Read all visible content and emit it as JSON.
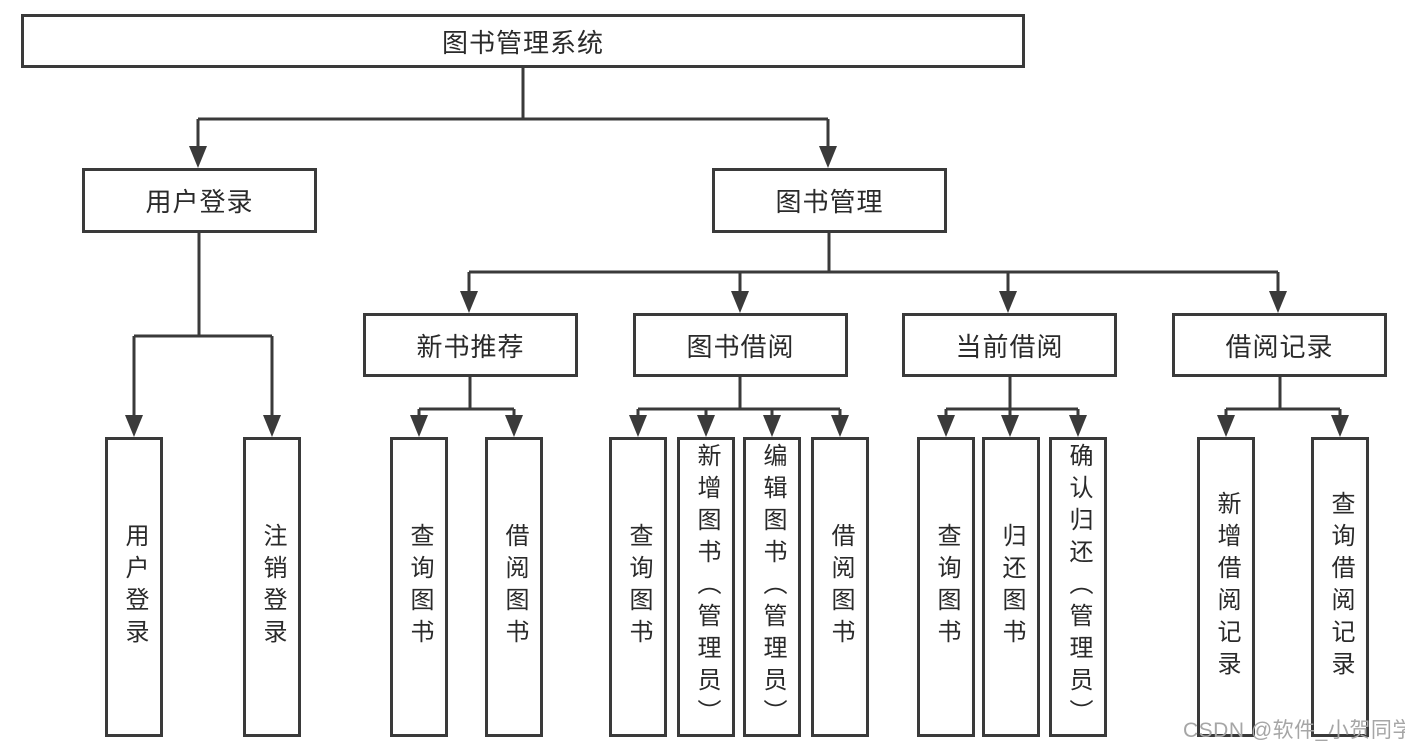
{
  "colors": {
    "line": "#3a3a3a",
    "text": "#2a2a2a",
    "box_fill": "#ffffff",
    "watermark": "#a6a6a6",
    "background": "#ffffff"
  },
  "tree": {
    "root": {
      "label": "图书管理系统"
    },
    "children": [
      {
        "label": "用户登录",
        "leaves": [
          {
            "label": "用户登录"
          },
          {
            "label": "注销登录"
          }
        ]
      },
      {
        "label": "图书管理",
        "children": [
          {
            "label": "新书推荐",
            "leaves": [
              {
                "label": "查询图书"
              },
              {
                "label": "借阅图书"
              }
            ]
          },
          {
            "label": "图书借阅",
            "leaves": [
              {
                "label": "查询图书"
              },
              {
                "label": "新增图书（管理员）"
              },
              {
                "label": "编辑图书（管理员）"
              },
              {
                "label": "借阅图书"
              }
            ]
          },
          {
            "label": "当前借阅",
            "leaves": [
              {
                "label": "查询图书"
              },
              {
                "label": "归还图书"
              },
              {
                "label": "确认归还（管理员）"
              }
            ]
          },
          {
            "label": "借阅记录",
            "leaves": [
              {
                "label": "新增借阅记录"
              },
              {
                "label": "查询借阅记录"
              }
            ]
          }
        ]
      }
    ]
  },
  "watermark": {
    "text": "CSDN @软件_小贺同学"
  }
}
